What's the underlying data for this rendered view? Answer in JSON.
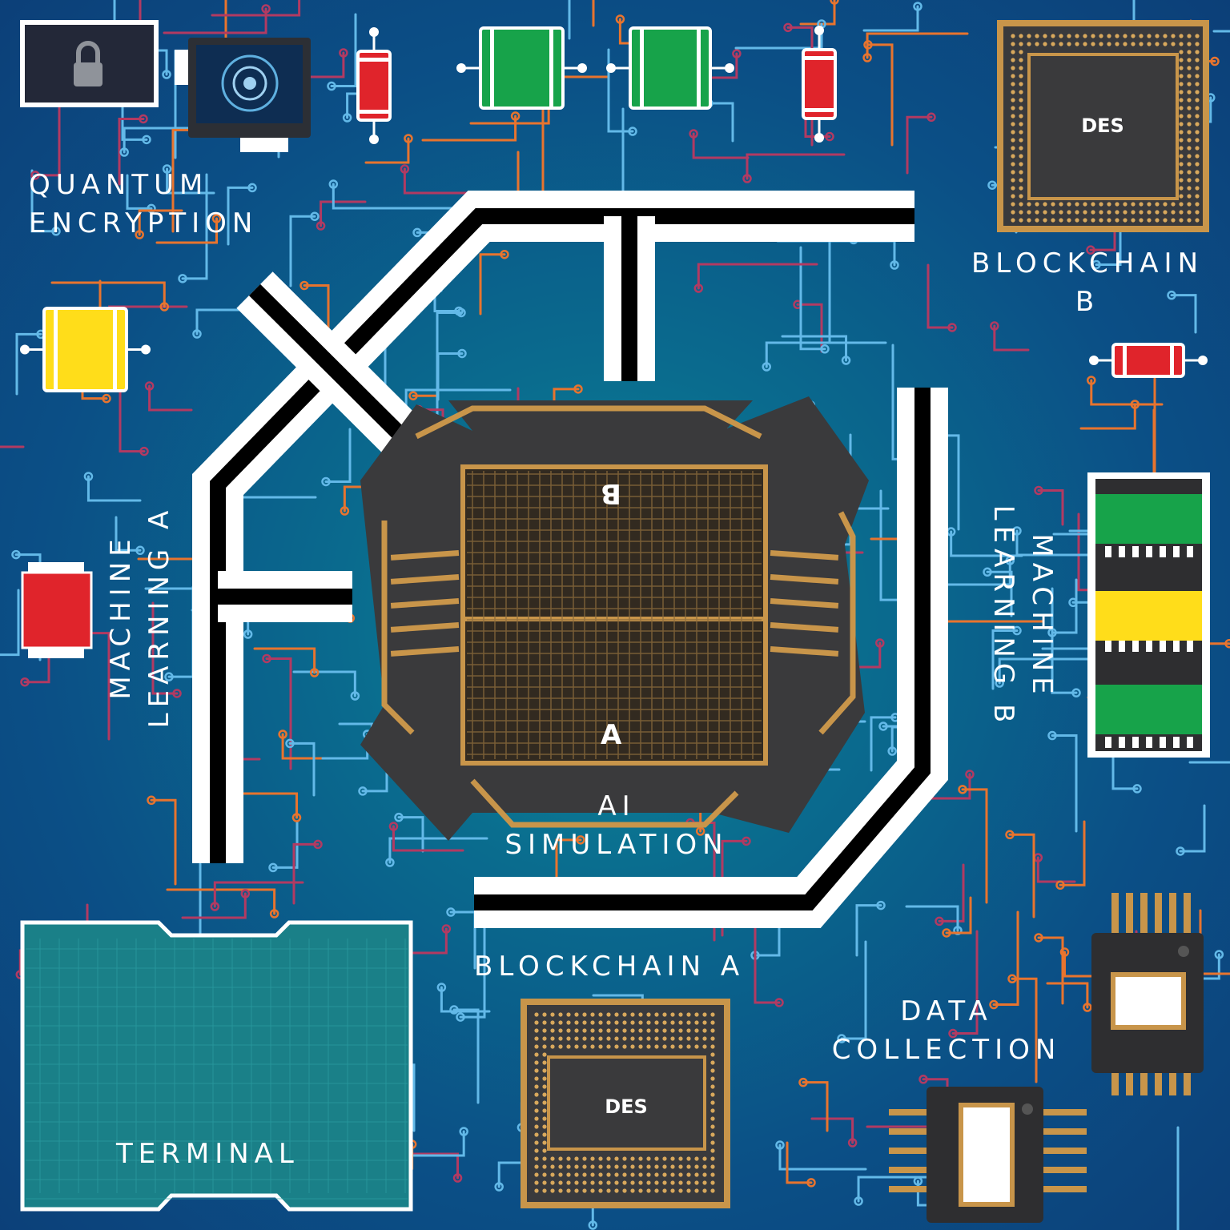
{
  "labels": {
    "quantum_encryption": [
      "QUANTUM",
      "ENCRYPTION"
    ],
    "blockchain_b": [
      "BLOCKCHAIN",
      "B"
    ],
    "blockchain_a": "BLOCKCHAIN A",
    "machine_learning_a": [
      "MACHINE",
      "LEARNING A"
    ],
    "machine_learning_b": [
      "MACHINE",
      "LEARNING B"
    ],
    "ai_simulation": [
      "AI",
      "SIMULATION"
    ],
    "data_collection": [
      "DATA",
      "COLLECTION"
    ],
    "terminal": "TERMINAL"
  },
  "center_chip": {
    "top_letter": "B",
    "bottom_letter": "A"
  },
  "logo_text": "DES",
  "colors": {
    "board": "#0b5a8a",
    "trace_orange": "#e8742e",
    "trace_blue": "#63b9e8",
    "trace_maroon": "#b23a62",
    "mat_line": "#000000",
    "mat_edge": "#ffffff",
    "chip_body": "#3a3a3c",
    "gold": "#c8954a",
    "red": "#e0242b",
    "green": "#17a34a",
    "yellow": "#ffdd1a",
    "terminal": "#1d8a8e"
  }
}
